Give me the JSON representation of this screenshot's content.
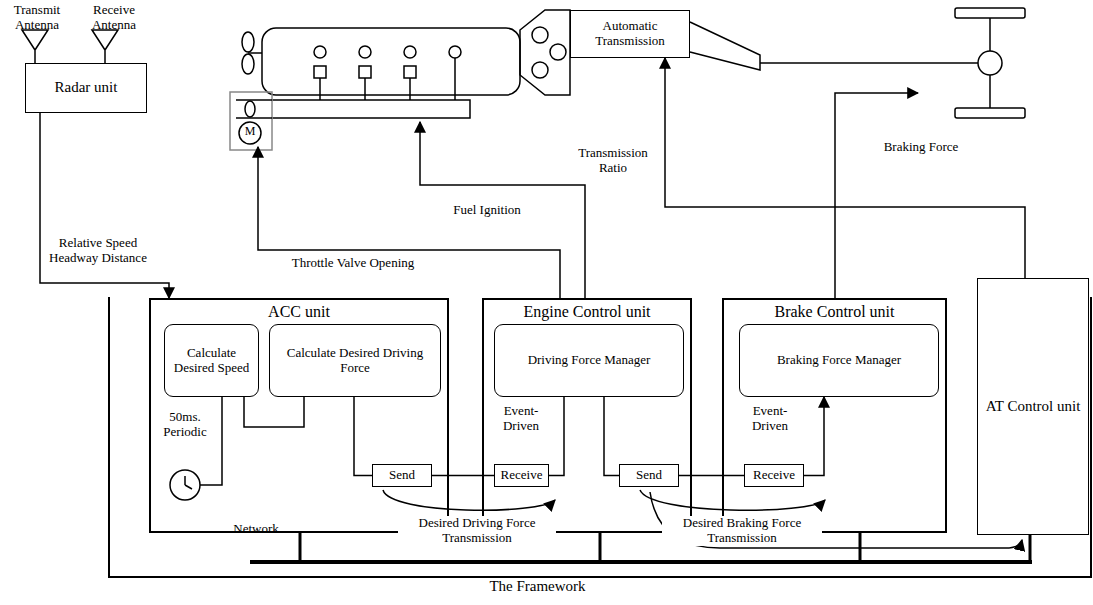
{
  "diagram": {
    "nodes": [
      {
        "text": [
          "Radar unit"
        ]
      },
      {
        "text": [
          "Automatic Transmission"
        ]
      },
      {
        "text": [
          "The Framework"
        ]
      },
      {
        "text": [
          "ACC unit"
        ],
        "in": 2
      },
      {
        "text": [
          "Calculate Desired Speed"
        ],
        "in": 3
      },
      {
        "text": [
          "Calculate Desired Driving Force"
        ],
        "in": 3
      },
      {
        "text": [
          "Send"
        ],
        "in": 3
      },
      {
        "text": [
          "Engine Control unit"
        ],
        "in": 2
      },
      {
        "text": [
          "Driving Force Manager"
        ],
        "in": 7
      },
      {
        "text": [
          "Receive"
        ],
        "in": 7
      },
      {
        "text": [
          "Send"
        ],
        "in": 7
      },
      {
        "text": [
          "Brake Control unit"
        ],
        "in": 2
      },
      {
        "text": [
          "Braking Force Manager"
        ],
        "in": 11
      },
      {
        "text": [
          "Receive"
        ],
        "in": 11
      },
      {
        "text": [
          "AT Control unit"
        ],
        "in": 2
      }
    ],
    "edges": [
      {
        "from": 0,
        "to": 3,
        "label": "Relative Speed Headway Distance",
        "arrow": "to"
      },
      {
        "from": 14,
        "to": 1,
        "label": "Transmission Ratio",
        "arrow": "to"
      },
      {
        "from": 4,
        "to": 5,
        "arrow": "none"
      },
      {
        "from": 5,
        "to": 6,
        "arrow": "none"
      },
      {
        "from": 6,
        "to": 9,
        "arrow": "none"
      },
      {
        "from": 9,
        "to": 8,
        "arrow": "none"
      },
      {
        "from": 8,
        "to": 10,
        "arrow": "none"
      },
      {
        "from": 10,
        "to": 13,
        "arrow": "none"
      },
      {
        "from": 13,
        "to": 12,
        "arrow": "to"
      }
    ],
    "labels": [
      "Transmit Antenna",
      "Receive Antenna",
      "Fuel Ignition",
      "Throttle Valve Opening",
      "Braking Force",
      "50ms. Periodic",
      "Event-Driven",
      "Event-Driven",
      "Desired Driving Force Transmission",
      "Desired Braking Force Transmission",
      "Network",
      "M"
    ]
  }
}
